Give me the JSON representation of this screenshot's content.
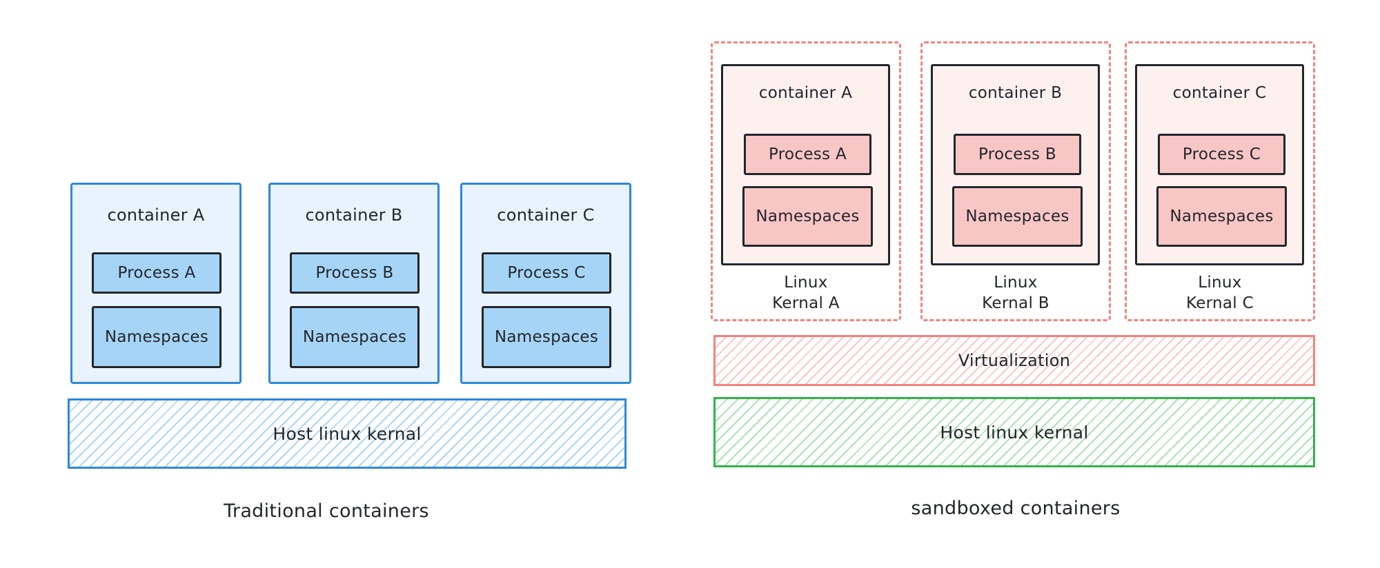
{
  "left_panel": {
    "caption": "Traditional containers",
    "host_layer_label": "Host linux kernal",
    "containers": [
      {
        "title": "container A",
        "process_label": "Process A",
        "namespace_label": "Namespaces"
      },
      {
        "title": "container B",
        "process_label": "Process B",
        "namespace_label": "Namespaces"
      },
      {
        "title": "container C",
        "process_label": "Process C",
        "namespace_label": "Namespaces"
      }
    ]
  },
  "right_panel": {
    "caption": "sandboxed containers",
    "virtualization_layer_label": "Virtualization",
    "host_layer_label": "Host linux kernal",
    "sandboxes": [
      {
        "title": "container A",
        "process_label": "Process A",
        "namespace_label": "Namespaces",
        "kernel_line1": "Linux",
        "kernel_line2": "Kernal A"
      },
      {
        "title": "container B",
        "process_label": "Process B",
        "namespace_label": "Namespaces",
        "kernel_line1": "Linux",
        "kernel_line2": "Kernal B"
      },
      {
        "title": "container C",
        "process_label": "Process C",
        "namespace_label": "Namespaces",
        "kernel_line1": "Linux",
        "kernel_line2": "Kernal C"
      }
    ]
  },
  "colors": {
    "blue_stroke": "#2f86dd",
    "blue_fill_light": "#e8f3fc",
    "blue_fill_medium": "#a6d4f6",
    "red_stroke": "#f2837c",
    "red_fill_light": "#fdf1f0",
    "red_fill_medium": "#f9c6c6",
    "green_stroke": "#35b14b",
    "ink": "#22262b"
  }
}
